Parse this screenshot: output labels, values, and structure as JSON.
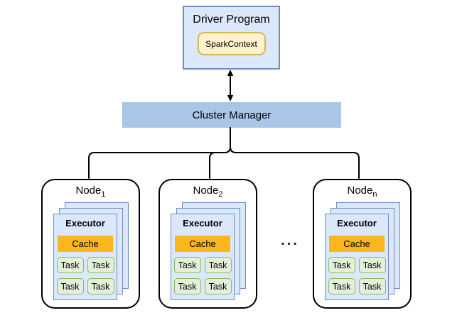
{
  "driver": {
    "title": "Driver Program",
    "context_label": "SparkContext"
  },
  "cluster_manager": {
    "label": "Cluster Manager"
  },
  "nodes": [
    {
      "name": "Node",
      "sub": "1"
    },
    {
      "name": "Node",
      "sub": "2"
    },
    {
      "name": "Node",
      "sub": "n"
    }
  ],
  "executor": {
    "title": "Executor",
    "cache_label": "Cache",
    "task_label": "Task"
  },
  "ellipsis": "...",
  "colors": {
    "node_fill": "#dbe8fb",
    "node_border": "#6c8ebf",
    "bar_fill": "#a9c5e8",
    "context_fill": "#fff2cc",
    "context_border": "#d6b656",
    "cache_fill": "#f9b71c",
    "task_fill": "#e3efda",
    "task_border": "#85b965",
    "line": "#000000"
  }
}
